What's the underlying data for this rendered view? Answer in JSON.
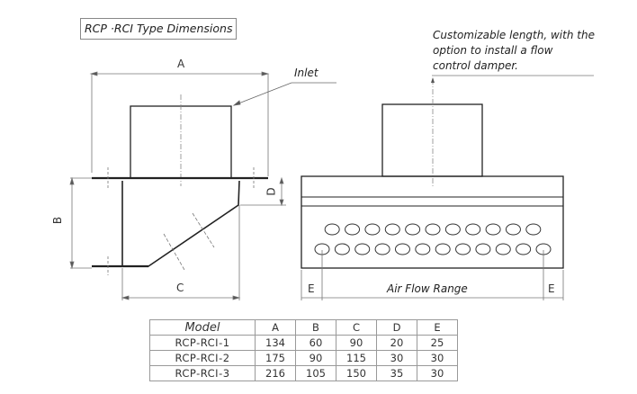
{
  "title": "RCP ·RCI Type Dimensions",
  "annotations": {
    "inlet": "Inlet",
    "custom_length_note_lines": [
      "Customizable length, with the",
      "option to install a flow",
      "control damper."
    ],
    "air_flow_range": "Air Flow Range"
  },
  "dimension_labels": {
    "a": "A",
    "b": "B",
    "c": "C",
    "d": "D",
    "e_left": "E",
    "e_right": "E"
  },
  "front_view": {
    "outlet_rows": [
      {
        "row": "upper",
        "count": 11
      },
      {
        "row": "lower",
        "count": 12
      }
    ]
  },
  "table": {
    "headers": [
      "Model",
      "A",
      "B",
      "C",
      "D",
      "E"
    ],
    "rows": [
      [
        "RCP-RCI-1",
        "134",
        "60",
        "90",
        "20",
        "25"
      ],
      [
        "RCP-RCI-2",
        "175",
        "90",
        "115",
        "30",
        "30"
      ],
      [
        "RCP-RCI-3",
        "216",
        "105",
        "150",
        "35",
        "30"
      ]
    ]
  },
  "colors": {
    "line": "#222222",
    "dim_line": "#777777",
    "text": "#222222"
  }
}
